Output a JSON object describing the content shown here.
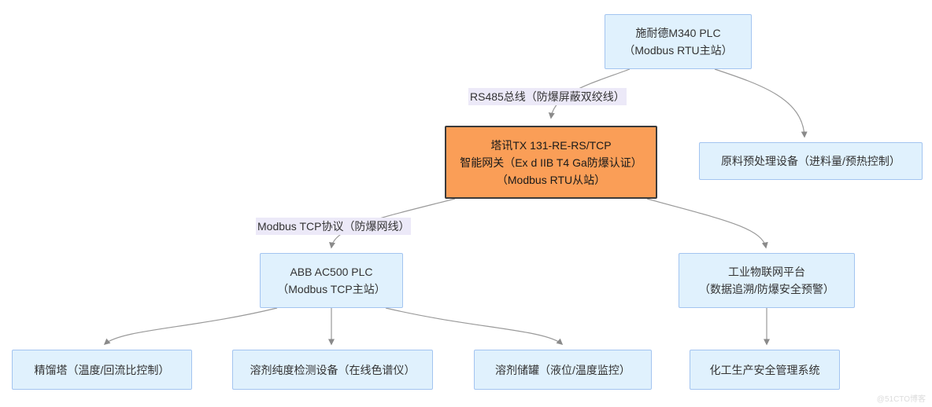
{
  "diagram": {
    "watermark": "@51CTO博客",
    "colors": {
      "node_fill": "#e0f1fd",
      "node_border": "#a3c4f0",
      "gateway_fill": "#fa9e57",
      "gateway_border": "#3a3a3a",
      "edge_label_bg": "#ece9f8",
      "arrow": "#999999",
      "text": "#333333"
    },
    "nodes": {
      "schneider_plc": {
        "line1": "施耐德M340 PLC",
        "line2": "（Modbus RTU主站）"
      },
      "gateway": {
        "line1": "塔讯TX 131-RE-RS/TCP",
        "line2": "智能网关（Ex d IIB T4 Ga防爆认证）",
        "line3": "（Modbus RTU从站）"
      },
      "preprocess": {
        "line1": "原料预处理设备（进料量/预热控制）"
      },
      "abb_plc": {
        "line1": "ABB AC500 PLC",
        "line2": "（Modbus TCP主站）"
      },
      "iot_platform": {
        "line1": "工业物联网平台",
        "line2": "（数据追溯/防爆安全预警）"
      },
      "distillation_tower": {
        "line1": "精馏塔（温度/回流比控制）"
      },
      "purity_detector": {
        "line1": "溶剂纯度检测设备（在线色谱仪）"
      },
      "solvent_tank": {
        "line1": "溶剂储罐（液位/温度监控）"
      },
      "safety_system": {
        "line1": "化工生产安全管理系统"
      }
    },
    "edge_labels": {
      "rs485": "RS485总线（防爆屏蔽双绞线）",
      "modbus_tcp": "Modbus TCP协议（防爆网线）"
    }
  }
}
